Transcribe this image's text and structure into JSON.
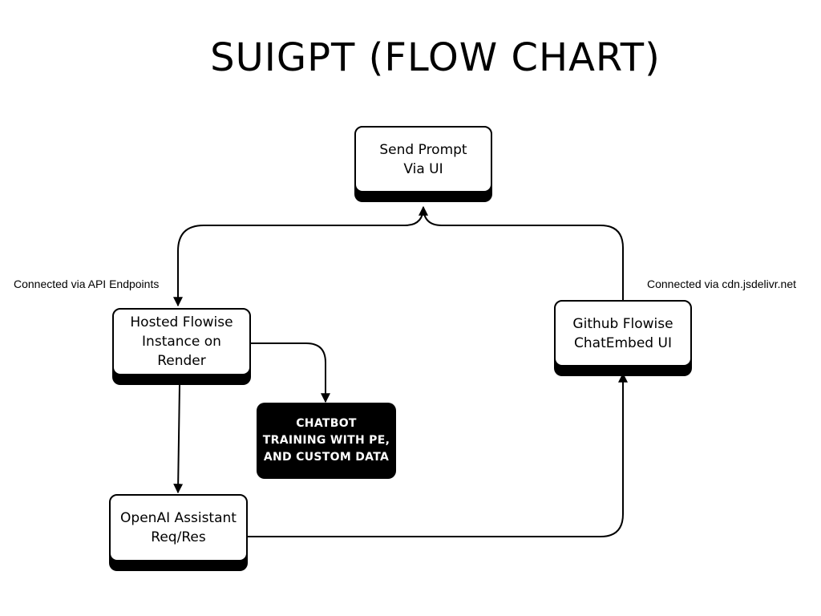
{
  "title": "SUIGPT (FLOW CHART)",
  "nodes": {
    "send_prompt": "Send Prompt\nVia UI",
    "hosted_flowise": "Hosted Flowise\nInstance on\nRender",
    "chatbot_training": "CHATBOT\nTRAINING WITH PE,\nAND CUSTOM DATA",
    "openai_assistant": "OpenAI Assistant\nReq/Res",
    "github_chatembed": "Github Flowise\nChatEmbed UI"
  },
  "edge_labels": {
    "api_endpoints": "Connected via API Endpoints",
    "cdn": "Connected via cdn.jsdelivr.net"
  }
}
